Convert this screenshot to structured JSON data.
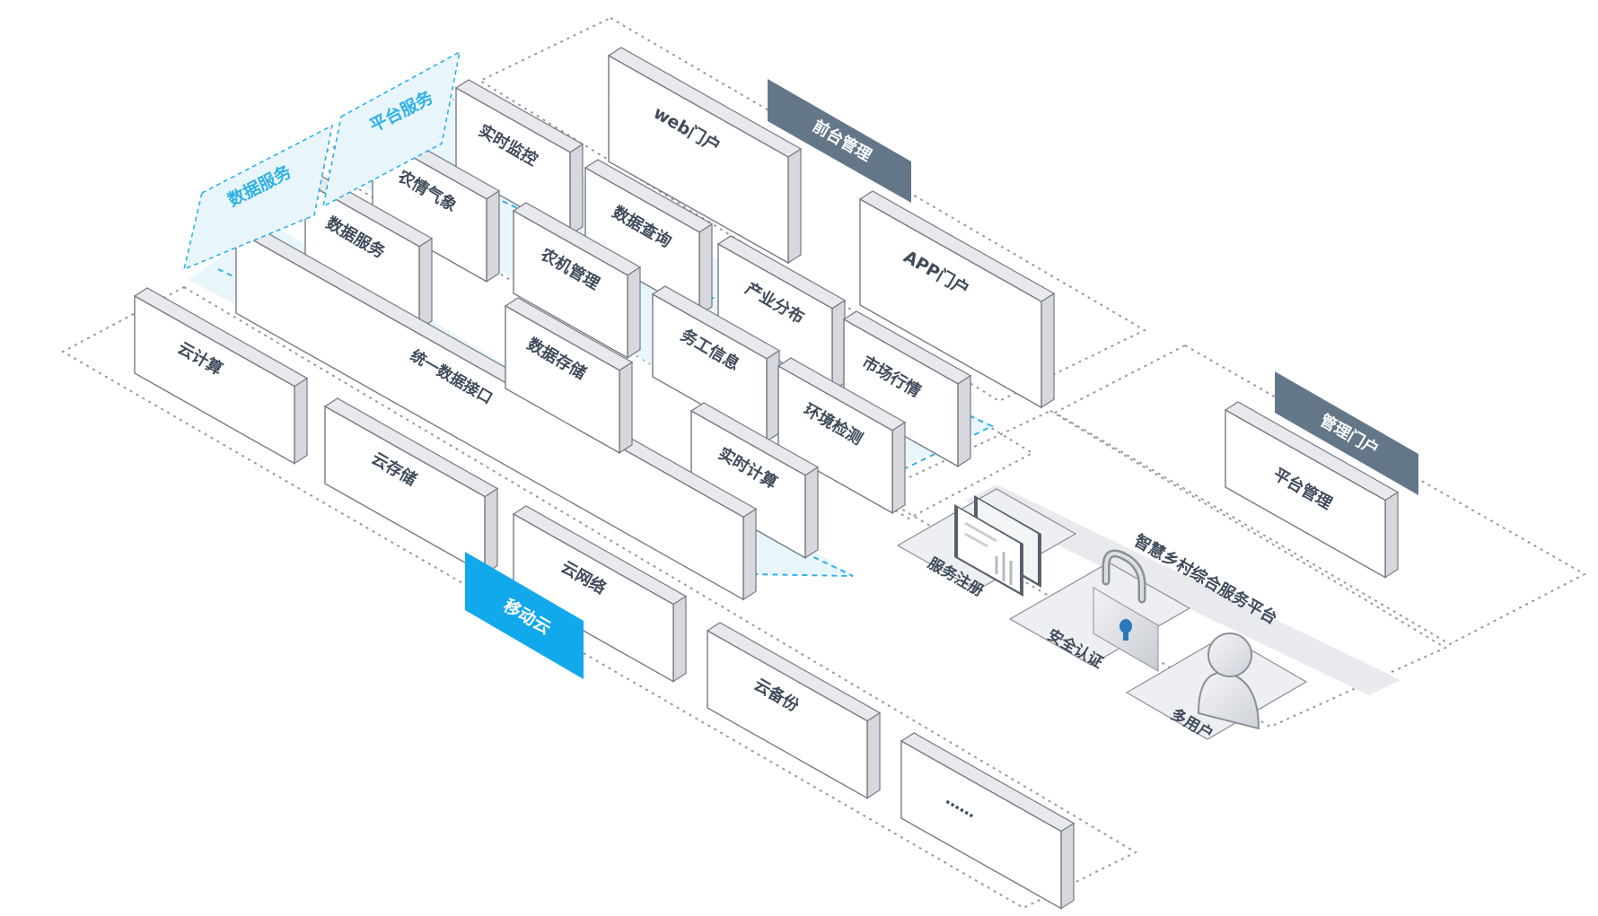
{
  "colors": {
    "accent": "#12a9ec",
    "tag_dark": "#647789",
    "label_text": "#3f4b5b",
    "light_blue_fill": "#e8f6fc",
    "dotted_gray": "#9a9a9a",
    "dashed_blue": "#2fb0e6"
  },
  "front": {
    "tag": "前台管理",
    "web": "web门户",
    "app": "APP门户"
  },
  "platform_services": {
    "tag": "平台服务",
    "items": {
      "realtime_monitor": "实时监控",
      "agri_weather": "农情气象",
      "data_query": "数据查询",
      "machine_mgmt": "农机管理",
      "industry_dist": "产业分布",
      "labor_info": "务工信息",
      "market": "市场行情",
      "env_detect": "环境检测",
      "realtime_calc": "实时计算"
    }
  },
  "data_services": {
    "tag": "数据服务",
    "items": {
      "data_service": "数据服务",
      "unified_api": "统一数据接口",
      "data_storage": "数据存储"
    }
  },
  "cloud": {
    "tag": "移动云",
    "items": {
      "cloud_compute": "云计算",
      "cloud_storage": "云存储",
      "cloud_network": "云网络",
      "cloud_backup": "云备份",
      "more": "……"
    }
  },
  "admin": {
    "tag": "管理门户",
    "platform_mgmt": "平台管理"
  },
  "integrated": {
    "title": "智慧乡村综合服务平台",
    "service_register": "服务注册",
    "security_auth": "安全认证",
    "multi_user": "多用户"
  }
}
